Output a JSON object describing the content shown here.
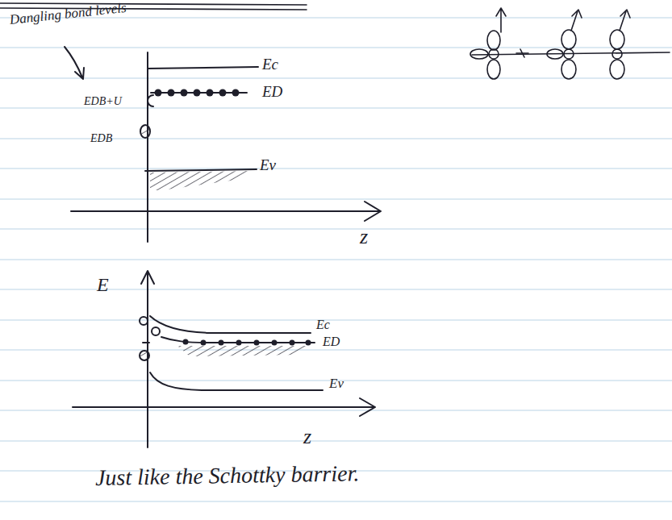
{
  "diagram": {
    "labels": [
      "Dangling bond levels",
      "Ec",
      "ED",
      "EDB+U",
      "EDB",
      "Ev",
      "z",
      "E",
      "Ec",
      "ED",
      "Ev",
      "z",
      "Just like the Schottky barrier."
    ]
  }
}
